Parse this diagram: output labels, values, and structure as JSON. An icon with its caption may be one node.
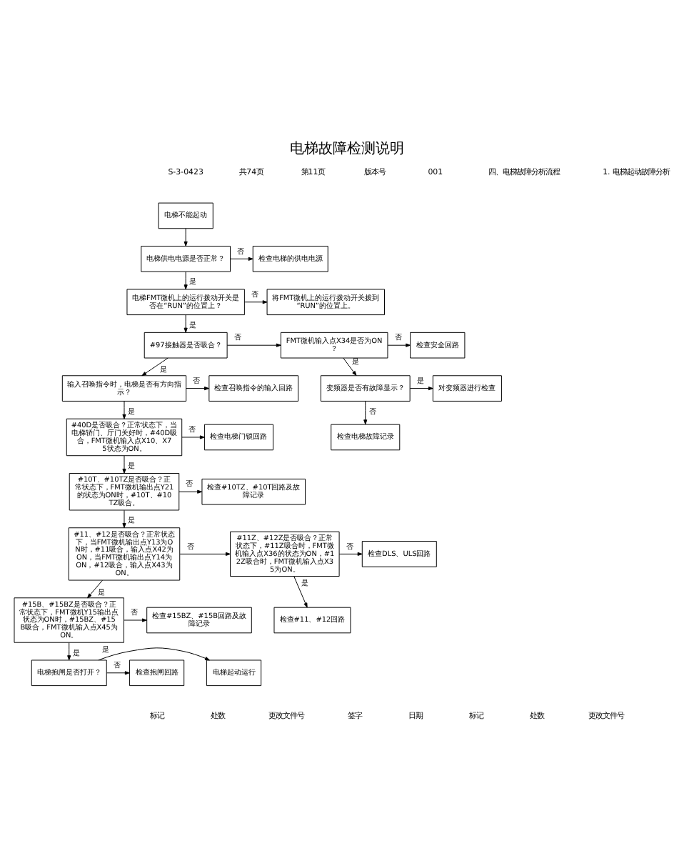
{
  "diagram": {
    "title": "电梯故障检测说明",
    "nodes": [
      {
        "text": [
          "电梯不能起动"
        ]
      },
      {
        "text": [
          "电梯供电电源是否正常？"
        ]
      },
      {
        "text": [
          "检查电梯的供电电源"
        ]
      },
      {
        "text": [
          "电梯FMT微机上的运行拨动开关是否在“RUN”的位置上？"
        ]
      },
      {
        "text": [
          "将FMT微机上的运行拨动开关拨到“RUN”的位置上。"
        ]
      },
      {
        "text": [
          "#97接触器是否吸合？"
        ]
      },
      {
        "text": [
          "FMT微机输入点X34是否为ON？"
        ]
      },
      {
        "text": [
          "检查安全回路"
        ]
      },
      {
        "text": [
          "输入召唤指令时，电梯是否有方向指示？"
        ]
      },
      {
        "text": [
          "检查召唤指令的输入回路"
        ]
      },
      {
        "text": [
          "变频器是否有故障显示？"
        ]
      },
      {
        "text": [
          "对变频器进行检查"
        ]
      },
      {
        "text": [
          "#40D是否吸合？正常状态下，当电梯轿门、厅门关好时，#40D吸合，FMT微机输入点X10、X75状态为ON。"
        ]
      },
      {
        "text": [
          "检查电梯门锁回路"
        ]
      },
      {
        "text": [
          "检查电梯故障记录"
        ]
      },
      {
        "text": [
          "#10T、#10TZ是否吸合？正常状态下，FMT微机输出点Y21的状态为ON时，#10T、#10TZ吸合。"
        ]
      },
      {
        "text": [
          "检查#10TZ、#10T回路及故障记录"
        ]
      },
      {
        "text": [
          "#11、#12是否吸合？正常状态下，当FMT微机输出点Y13为ON时，#11吸合，输入点X42为ON，当FMT微机输出点Y14为ON，#12吸合，输入点X43为ON。"
        ]
      },
      {
        "text": [
          "#11Z、#12Z是否吸合？正常状态下，#11Z吸合时，FMT微机输入点X36的状态为ON，#12Z吸合时，FMT微机输入点X35为ON。"
        ]
      },
      {
        "text": [
          "检查DLS、ULS回路"
        ]
      },
      {
        "text": [
          "检查#11、#12回路"
        ]
      },
      {
        "text": [
          "#15B、#15BZ是否吸合？正常状态下，FMT微机Y15输出点状态为ON时，#15BZ、#15B吸合，FMT微机输入点X45为ON。"
        ]
      },
      {
        "text": [
          "检查#15BZ、#15B回路及故障记录"
        ]
      },
      {
        "text": [
          "电梯抱闸是否打开？"
        ]
      },
      {
        "text": [
          "电梯起动运行"
        ]
      },
      {
        "text": [
          "检查抱闸回路"
        ]
      }
    ],
    "edges": [
      {
        "from": 0,
        "to": 1,
        "arrow": "to"
      },
      {
        "from": 1,
        "to": 2,
        "arrow": "to",
        "label": "否"
      },
      {
        "from": 1,
        "to": 3,
        "arrow": "to",
        "label": "是"
      },
      {
        "from": 3,
        "to": 4,
        "arrow": "to",
        "label": "否"
      },
      {
        "from": 3,
        "to": 5,
        "arrow": "to",
        "label": "是"
      },
      {
        "from": 5,
        "to": 6,
        "arrow": "to",
        "label": "否"
      },
      {
        "from": 5,
        "to": 8,
        "arrow": "to",
        "label": "是"
      },
      {
        "from": 6,
        "to": 7,
        "arrow": "to",
        "label": "否"
      },
      {
        "from": 6,
        "to": 10,
        "arrow": "to",
        "label": "是"
      },
      {
        "from": 8,
        "to": 9,
        "arrow": "to",
        "label": "否"
      },
      {
        "from": 8,
        "to": 12,
        "arrow": "to",
        "label": "是"
      },
      {
        "from": 10,
        "to": 11,
        "arrow": "to",
        "label": "是"
      },
      {
        "from": 10,
        "to": 14,
        "arrow": "to",
        "label": "否"
      },
      {
        "from": 12,
        "to": 13,
        "arrow": "to",
        "label": "否"
      },
      {
        "from": 12,
        "to": 15,
        "arrow": "to",
        "label": "是"
      },
      {
        "from": 15,
        "to": 16,
        "arrow": "to",
        "label": "否"
      },
      {
        "from": 15,
        "to": 17,
        "arrow": "to",
        "label": "是"
      },
      {
        "from": 17,
        "to": 18,
        "arrow": "to",
        "label": "否"
      },
      {
        "from": 17,
        "to": 21,
        "arrow": "to",
        "label": "是"
      },
      {
        "from": 18,
        "to": 19,
        "arrow": "to",
        "label": "否"
      },
      {
        "from": 18,
        "to": 20,
        "arrow": "to",
        "label": "是"
      },
      {
        "from": 21,
        "to": 22,
        "arrow": "to",
        "label": "否"
      },
      {
        "from": 21,
        "to": 23,
        "arrow": "to",
        "label": "是"
      },
      {
        "from": 23,
        "to": 24,
        "arrow": "to",
        "label": "是"
      },
      {
        "from": 23,
        "to": 25,
        "arrow": "to",
        "label": "否"
      }
    ],
    "labels": [
      "S-3-0423",
      "共74页",
      "第11页",
      "版本号",
      "001",
      "四、电梯故障分析流程",
      "1. 电梯起动故障分析",
      "标记",
      "处数",
      "更改文件号",
      "签字",
      "日期",
      "标记",
      "处数",
      "更改文件号"
    ]
  }
}
